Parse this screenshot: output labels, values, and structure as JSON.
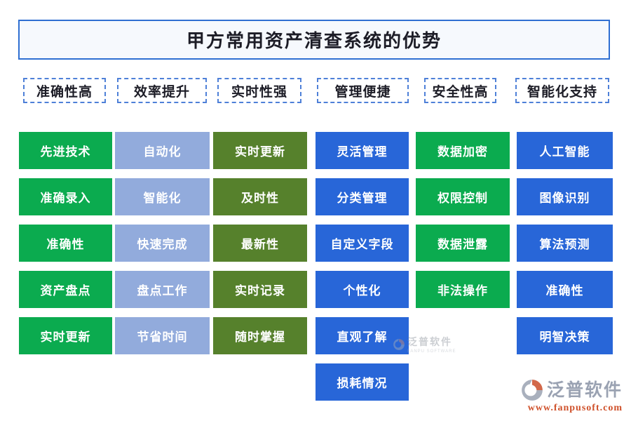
{
  "title": "甲方常用资产清查系统的优势",
  "columns": [
    {
      "header": "准确性高",
      "style": "green",
      "items": [
        "先进技术",
        "准确录入",
        "准确性",
        "资产盘点",
        "实时更新"
      ]
    },
    {
      "header": "效率提升",
      "style": "light_blue",
      "items": [
        "自动化",
        "智能化",
        "快速完成",
        "盘点工作",
        "节省时间"
      ]
    },
    {
      "header": "实时性强",
      "style": "olive",
      "items": [
        "实时更新",
        "及时性",
        "最新性",
        "实时记录",
        "随时掌握"
      ]
    },
    {
      "header": "管理便捷",
      "style": "blue",
      "items": [
        "灵活管理",
        "分类管理",
        "自定义字段",
        "个性化",
        "直观了解",
        "损耗情况"
      ]
    },
    {
      "header": "安全性高",
      "style": "green",
      "items": [
        "数据加密",
        "权限控制",
        "数据泄露",
        "非法操作"
      ]
    },
    {
      "header": "智能化支持",
      "style": "blue",
      "items": [
        "人工智能",
        "图像识别",
        "算法预测",
        "准确性",
        "明智决策"
      ]
    }
  ],
  "watermark_center": {
    "brand": "泛普软件",
    "subbrand": "FANPU SOFTWARE"
  },
  "footer": {
    "brand": "泛普软件",
    "website": "www.fanpusoft.com"
  },
  "colors": {
    "green": "#0bab4f",
    "light_blue": "#92abdc",
    "olive": "#56812c",
    "blue": "#2866d8",
    "title_border": "#2f6fd2",
    "header_dashed_border": "#4e80d8",
    "brand_gray": "#9aa2b2",
    "url_orange": "#cf512b"
  }
}
